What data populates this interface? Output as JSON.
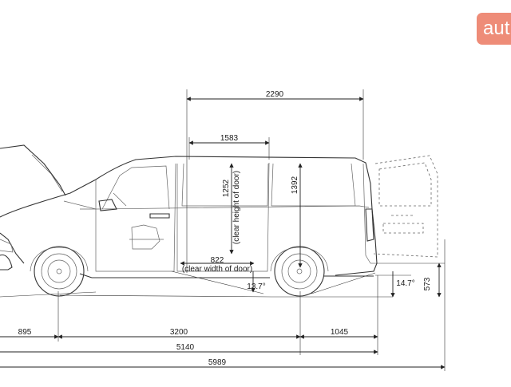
{
  "brand": {
    "text": "aut"
  },
  "colors": {
    "brand": "#ee8c78",
    "line": "#222222"
  },
  "dimensions": {
    "cargo_length": "2290",
    "door_opening_length": "1583",
    "clear_door_height_value": "1252",
    "clear_door_height_label": "(clear height of door)",
    "interior_height": "1392",
    "clear_door_width_value": "822",
    "clear_door_width_label": "(clear width of door)",
    "front_overhang": "895",
    "wheelbase": "3200",
    "rear_overhang": "1045",
    "length_to_rear_axle": "5140",
    "overall_length": "5989",
    "load_sill_height": "573",
    "departure_angle": "14.7°",
    "ramp_angle": "13.7°"
  }
}
